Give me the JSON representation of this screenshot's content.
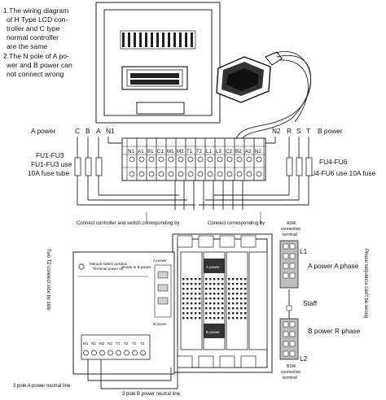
{
  "notes": {
    "line1": "1.The wiring diagram",
    "line2": "of H Type LCD con-",
    "line3": "troller and C type",
    "line4": "normal controller",
    "line5": "are the same",
    "line6": "2.The N pole of A po-",
    "line7": "wer and B power can",
    "line8": "not connect wrong"
  },
  "a_power_label": "A power",
  "b_power_label": "B power",
  "a_phase_letters": [
    "C",
    "B",
    "A",
    "N1"
  ],
  "b_phase_letters": [
    "N2",
    "R",
    "S",
    "T"
  ],
  "fuse_left": {
    "line1": "FU1-FU3",
    "line2": "FU1-FU3 use",
    "line3": "10A fuse tube"
  },
  "fuse_right": {
    "line1": "FU4-FU6",
    "line2": "FU4-FU6 use 10A fuse"
  },
  "terminal_labels": [
    "N1",
    "A1",
    "B1",
    "C1",
    "M1",
    "M2",
    "T1",
    "T2",
    "L1",
    "L2",
    "C2",
    "B2",
    "A2",
    "N2"
  ],
  "connect_left": "Connect controller and switch corresponding by",
  "connect_right": "Connect corresponding by",
  "asw": {
    "line1": "ASW",
    "line2": "connection",
    "line3": "terminal"
  },
  "bsw": {
    "line1": "BSW",
    "line2": "connection",
    "line3": "terminal"
  },
  "l1_label": "L1",
  "l2_label": "L2",
  "a_power_a_phase": "A power A phase",
  "staff_label": "Staff",
  "b_power_r_phase": "B power R phase",
  "phase_sequence": "Phase sequence can't be wrong",
  "two_t2": "Two T2 connect side by side",
  "controller_box": {
    "manual": "Manual switch position",
    "terminal_power_off": "Terminal power off",
    "guide": "Guide to B power",
    "a_power": "A power",
    "b_power": "B power",
    "a_power_tag": "A power",
    "b_power_tag": "B power",
    "bottom_terminals": [
      "M1",
      "N1",
      "M2",
      "N2",
      "T1",
      "T2",
      "T1",
      "T2"
    ]
  },
  "neutral_a": "3 pole A power neutral line",
  "neutral_b": "3 pole B power neutral line"
}
